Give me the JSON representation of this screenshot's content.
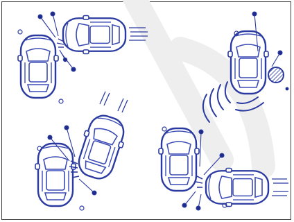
{
  "figure": {
    "scenes": [
      {
        "id": "scene-1",
        "description_key": "front-to-side-impact"
      },
      {
        "id": "scene-2",
        "description_key": "sensor-detection-obstacle"
      },
      {
        "id": "scene-3",
        "description_key": "side-swipe-impact"
      },
      {
        "id": "scene-4",
        "description_key": "corner-to-side-impact"
      }
    ],
    "colors": {
      "car_stroke": "#2a3aa0",
      "car_fill": "#ffffff",
      "detail_stroke": "#3b4bb5",
      "dot": "#1f2b8a",
      "hatched_ball": "#2a3aa0",
      "frame": "#3a3a3a",
      "watermark": "#e8e8e8"
    },
    "icons": [
      "car-icon",
      "sensor-dot-icon",
      "impact-mark-icon",
      "sensor-wave-icon",
      "obstacle-ball-icon"
    ]
  }
}
